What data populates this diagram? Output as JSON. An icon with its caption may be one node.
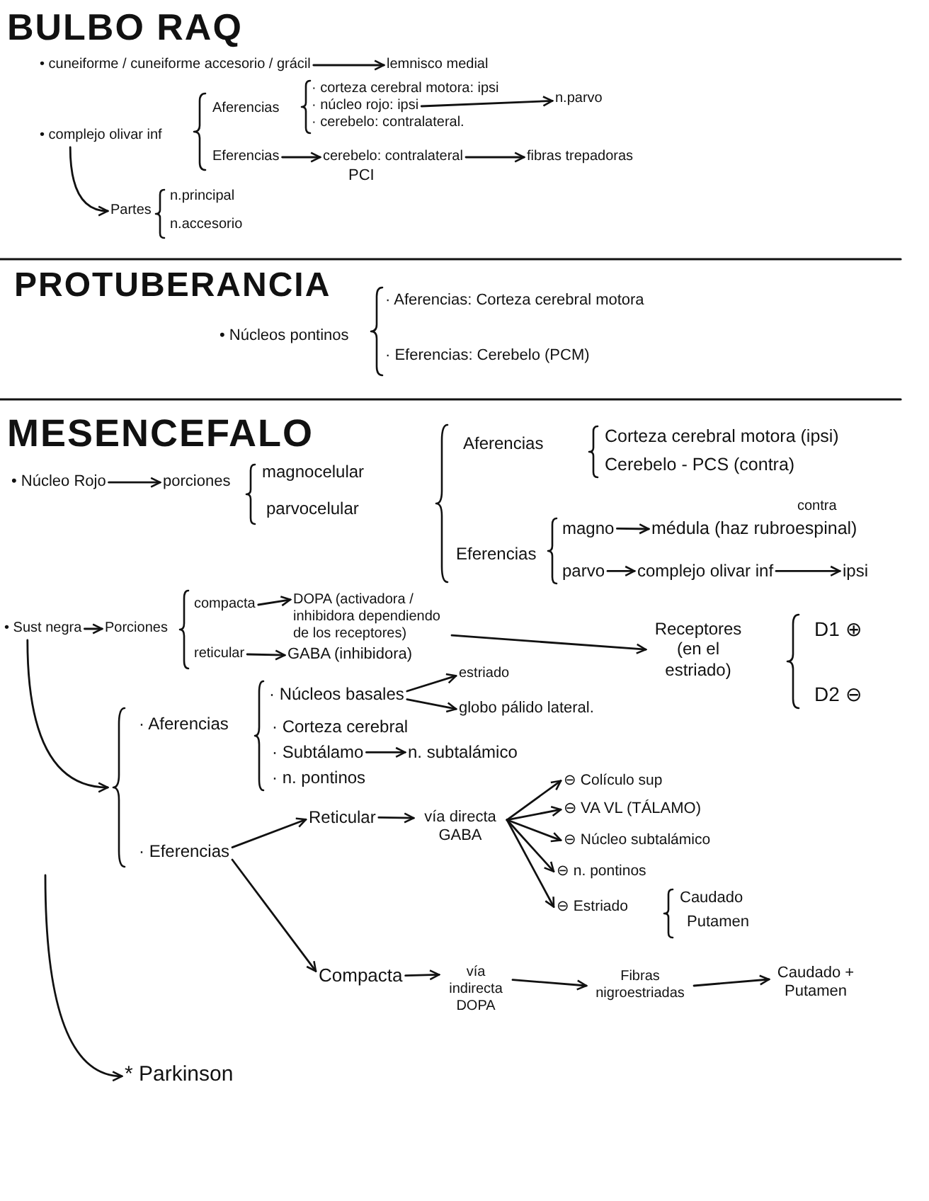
{
  "diagram": {
    "nodes": [
      {
        "text": [
          "• cuneiforme / cuneiforme accesorio / grácil"
        ]
      },
      {
        "text": [
          "lemnisco medial"
        ]
      },
      {
        "text": [
          "· núcleo rojo: ipsi"
        ]
      },
      {
        "text": [
          "n.parvo"
        ]
      },
      {
        "text": [
          "• complejo olivar inf"
        ]
      },
      {
        "text": [
          "Eferencias"
        ]
      },
      {
        "text": [
          "cerebelo: contralateral"
        ],
        "beside": [
          "PCI"
        ]
      },
      {
        "text": [
          "fibras trepadoras"
        ]
      },
      {
        "text": [
          "Partes"
        ]
      },
      {
        "text": [
          "• Núcleo Rojo"
        ]
      },
      {
        "text": [
          "porciones"
        ]
      },
      {
        "text": [
          "magno"
        ]
      },
      {
        "text": [
          "médula (haz rubroespinal)"
        ],
        "beside": [
          "contra"
        ]
      },
      {
        "text": [
          "parvo"
        ]
      },
      {
        "text": [
          "complejo olivar inf"
        ]
      },
      {
        "text": [
          "ipsi"
        ]
      },
      {
        "text": [
          "• Sust negra"
        ]
      },
      {
        "text": [
          "Porciones"
        ]
      },
      {
        "text": [
          "compacta"
        ]
      },
      {
        "text": [
          "DOPA (activadora / inhibidora dependiendo de los receptores)"
        ]
      },
      {
        "text": [
          "reticular"
        ]
      },
      {
        "text": [
          "GABA (inhibidora)"
        ]
      },
      {
        "text": [
          "Receptores (en el estriado)"
        ]
      },
      {
        "text": [
          "· Núcleos basales"
        ]
      },
      {
        "text": [
          "estriado"
        ]
      },
      {
        "text": [
          "globo pálido lateral."
        ]
      },
      {
        "text": [
          "· Subtálamo"
        ]
      },
      {
        "text": [
          "n. subtalámico"
        ]
      },
      {
        "text": [
          "· Eferencias"
        ]
      },
      {
        "text": [
          "Reticular"
        ]
      },
      {
        "text": [
          "vía directa GABA"
        ]
      },
      {
        "text": [
          "⊖ Colículo sup"
        ]
      },
      {
        "text": [
          "⊖ VA VL (TÁLAMO)"
        ]
      },
      {
        "text": [
          "⊖ Núcleo subtalámico"
        ]
      },
      {
        "text": [
          "⊖ n. pontinos"
        ]
      },
      {
        "text": [
          "⊖ Estriado"
        ]
      },
      {
        "text": [
          "Compacta"
        ]
      },
      {
        "text": [
          "vía indirecta DOPA"
        ]
      },
      {
        "text": [
          "Fibras nigroestriadas"
        ]
      },
      {
        "text": [
          "Caudado + Putamen"
        ]
      },
      {
        "text": [
          "* Parkinson"
        ]
      }
    ],
    "edges": [
      {
        "from": 0,
        "to": 1,
        "arrow": "to"
      },
      {
        "from": 2,
        "to": 3,
        "arrow": "to"
      },
      {
        "from": 5,
        "to": 6,
        "arrow": "to"
      },
      {
        "from": 6,
        "to": 7,
        "arrow": "to"
      },
      {
        "from": 4,
        "to": 8,
        "arrow": "to"
      },
      {
        "from": 9,
        "to": 10,
        "arrow": "to"
      },
      {
        "from": 11,
        "to": 12,
        "arrow": "to"
      },
      {
        "from": 13,
        "to": 14,
        "arrow": "to"
      },
      {
        "from": 14,
        "to": 15,
        "arrow": "to"
      },
      {
        "from": 16,
        "to": 17,
        "arrow": "to"
      },
      {
        "from": 18,
        "to": 19,
        "arrow": "to"
      },
      {
        "from": 20,
        "to": 21,
        "arrow": "to"
      },
      {
        "from": 19,
        "to": 22,
        "arrow": "to"
      },
      {
        "from": 16,
        "to": null,
        "arrow": "to"
      },
      {
        "from": 23,
        "to": 24,
        "arrow": "to"
      },
      {
        "from": 23,
        "to": 25,
        "arrow": "to"
      },
      {
        "from": 26,
        "to": 27,
        "arrow": "to"
      },
      {
        "from": 28,
        "to": 29,
        "arrow": "to"
      },
      {
        "from": 29,
        "to": 30,
        "arrow": "to"
      },
      {
        "from": 30,
        "to": 31,
        "arrow": "to"
      },
      {
        "from": 30,
        "to": 32,
        "arrow": "to"
      },
      {
        "from": 30,
        "to": 33,
        "arrow": "to"
      },
      {
        "from": 30,
        "to": 34,
        "arrow": "to"
      },
      {
        "from": 30,
        "to": 35,
        "arrow": "to"
      },
      {
        "from": 28,
        "to": 36,
        "arrow": "to"
      },
      {
        "from": 36,
        "to": 37,
        "arrow": "to"
      },
      {
        "from": 37,
        "to": 38,
        "arrow": "to"
      },
      {
        "from": 38,
        "to": 39,
        "arrow": "to"
      },
      {
        "from": null,
        "to": 40,
        "arrow": "to"
      }
    ],
    "labels": [
      "BULBO RAQ",
      "Aferencias",
      "· corteza cerebral motora: ipsi",
      "· cerebelo: contralateral.",
      "n.principal",
      "n.accesorio",
      "PROTUBERANCIA",
      "• Núcleos pontinos",
      "· Aferencias: Corteza cerebral motora",
      "· Eferencias: Cerebelo (PCM)",
      "MESENCEFALO",
      "Aferencias",
      "Corteza cerebral motora (ipsi)",
      "Cerebelo - PCS (contra)",
      "magnocelular",
      "parvocelular",
      "Eferencias",
      "D1 ⊕",
      "D2 ⊖",
      "· Aferencias",
      "· Corteza cerebral",
      "· n. pontinos",
      "Caudado",
      "Putamen"
    ]
  }
}
